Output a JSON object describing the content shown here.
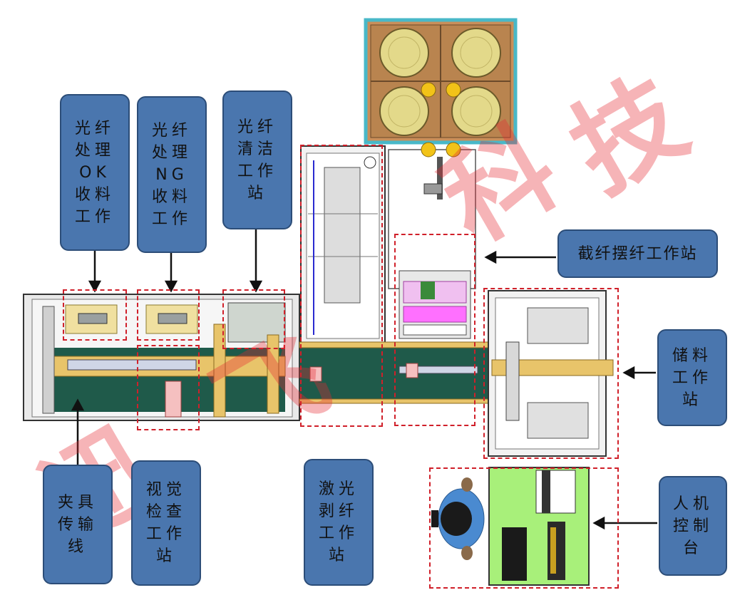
{
  "labels": {
    "ok_station": [
      "光纤",
      "处理",
      "OK",
      "收料",
      "工作"
    ],
    "ng_station": [
      "光纤",
      "处理",
      "NG",
      "收料",
      "工作"
    ],
    "clean_station": [
      "光纤",
      "清洁",
      "工作",
      "站"
    ],
    "cut_station": [
      "截纤摆纤工作站"
    ],
    "storage_station": [
      "储料",
      "工作",
      "站"
    ],
    "hmi_station": [
      "人机",
      "控制",
      "台"
    ],
    "fixture_line": [
      "夹具",
      "传输",
      "线"
    ],
    "vision_station": [
      "视觉",
      "检查",
      "工作",
      "站"
    ],
    "laser_station": [
      "激光",
      "剥纤",
      "工作",
      "站"
    ]
  },
  "watermark": [
    "迅",
    "飞",
    "科",
    "技"
  ],
  "colors": {
    "label_fill": "#4a76ae",
    "dash_red": "#d0202a",
    "conveyor_green": "#1f5a4a",
    "console_green": "#a8f07a",
    "reel_frame": "#48b8c8"
  }
}
